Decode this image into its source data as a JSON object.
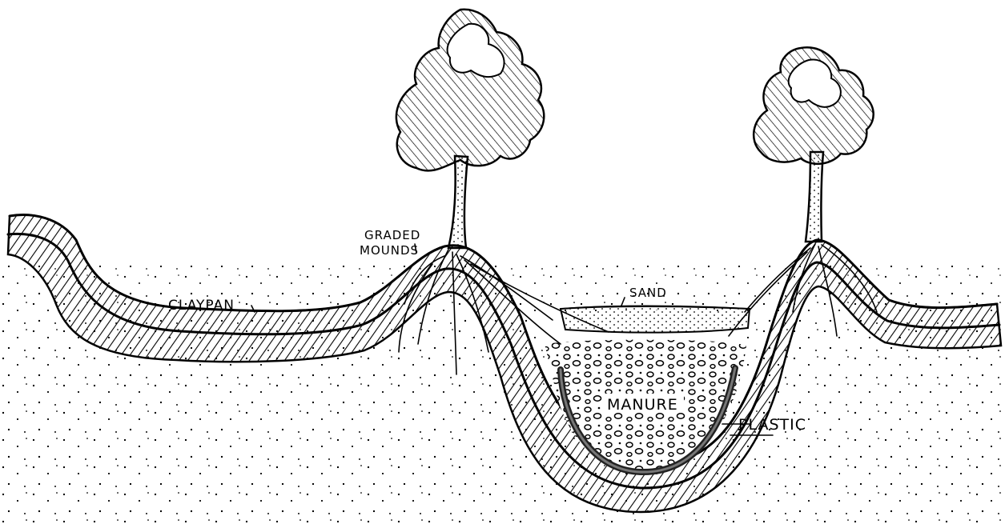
{
  "labels": {
    "graded_line1": "GRADED",
    "graded_line2": "MOUNDS",
    "claypan": "CLAYPAN",
    "sand": "SAND",
    "manure": "MANURE",
    "plastic": "PLASTIC"
  }
}
